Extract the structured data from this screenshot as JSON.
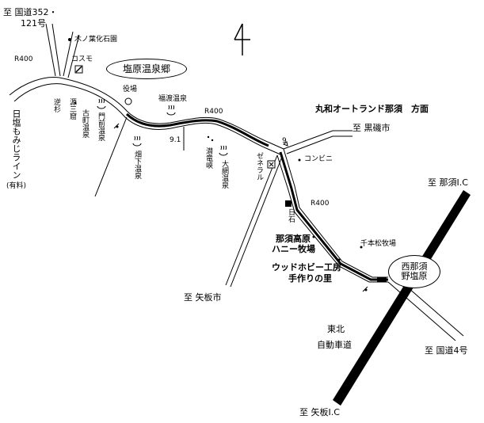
{
  "map": {
    "labels": {
      "to_route352": "至 国道352・",
      "route121": "121号",
      "kinoha": "木ノ葉化石園",
      "r400_nw": "R400",
      "cosmo": "コスモ",
      "shiobara_onsen": "塩原温泉郷",
      "yakuba": "役場",
      "fukuwata": "福渡温泉",
      "r400_mid": "R400",
      "maruwa": "丸和オートランド那須　方面",
      "to_kuroiso": "至 黒磯市",
      "km91": "9.1",
      "konbini": "コンビニ",
      "nikko_momiji": "日塩もみじライン",
      "yuryo": "(有料)",
      "gyakusugi": "逆杉",
      "genzanmaru": "源三窟",
      "furumachi": "古町温泉",
      "monzen": "門前温泉",
      "hataori": "畑下温泉",
      "senryukyo": "潜竜峡",
      "oami": "大網温泉",
      "zenera": "ゼネラル",
      "nisseki": "日石",
      "r400_se": "R400",
      "to_nasu_ic": "至 那須I.C",
      "senbonmatsu": "千本松牧場",
      "nasu_kogen_1": "那須高原",
      "nasu_kogen_2": "ハニー牧場",
      "wood_1": "ウッドホビー工房",
      "wood_2": "手作りの里",
      "nishi_nasuno_1": "西那須",
      "nishi_nasuno_2": "野塩原",
      "to_yaita": "至 矢板市",
      "tohoku_1": "東北",
      "tohoku_2": "自動車道",
      "to_route4": "至 国道4号",
      "to_yaita_ic": "至 矢板I.C"
    }
  }
}
